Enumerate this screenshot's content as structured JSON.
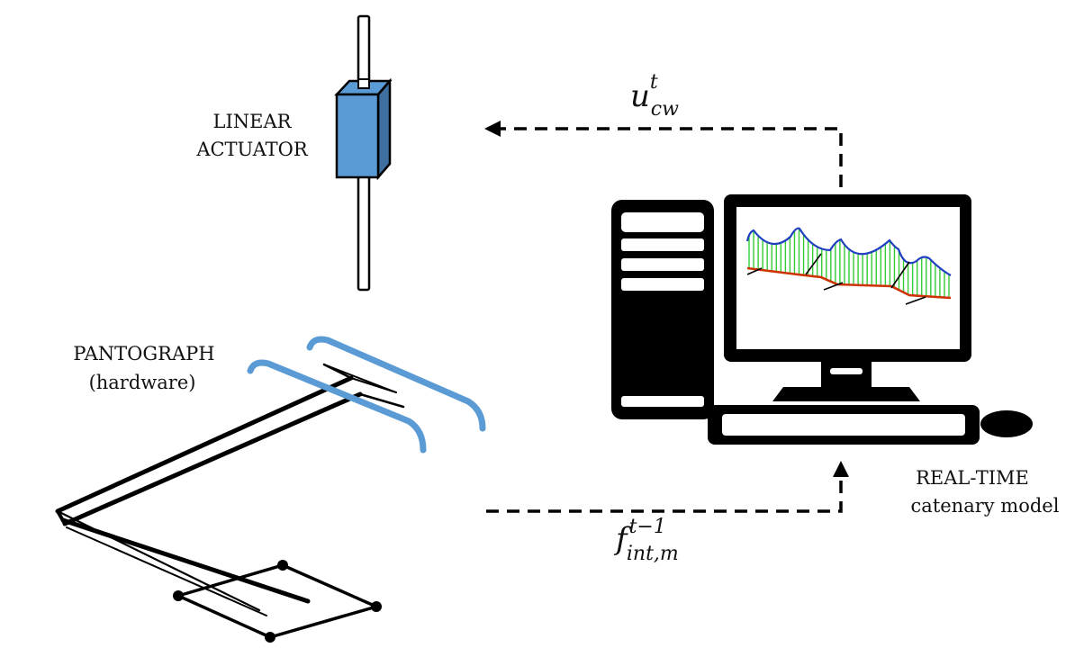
{
  "labels": {
    "actuator_line1": "LINEAR",
    "actuator_line2": "ACTUATOR",
    "pantograph_line1": "PANTOGRAPH",
    "pantograph_line2": "(hardware)",
    "model_line1": "REAL-TIME",
    "model_line2": "catenary model"
  },
  "signals": {
    "top": {
      "base": "u",
      "sup": "t",
      "sub": "cw"
    },
    "bottom": {
      "base": "f",
      "sup": "t−1",
      "sub": "int,m"
    }
  },
  "colors": {
    "actuator_blue": "#5b9bd5",
    "actuator_dark": "#2e5e8e",
    "pan_strip_blue": "#5b9bd5",
    "line_black": "#000000",
    "catenary_wire": "#1f3fbf",
    "contact_wire": "#cc3300",
    "droppers": "#33cc33"
  },
  "icons": {
    "computer": "desktop-computer-icon",
    "actuator": "linear-actuator-icon",
    "pantograph": "pantograph-icon"
  }
}
